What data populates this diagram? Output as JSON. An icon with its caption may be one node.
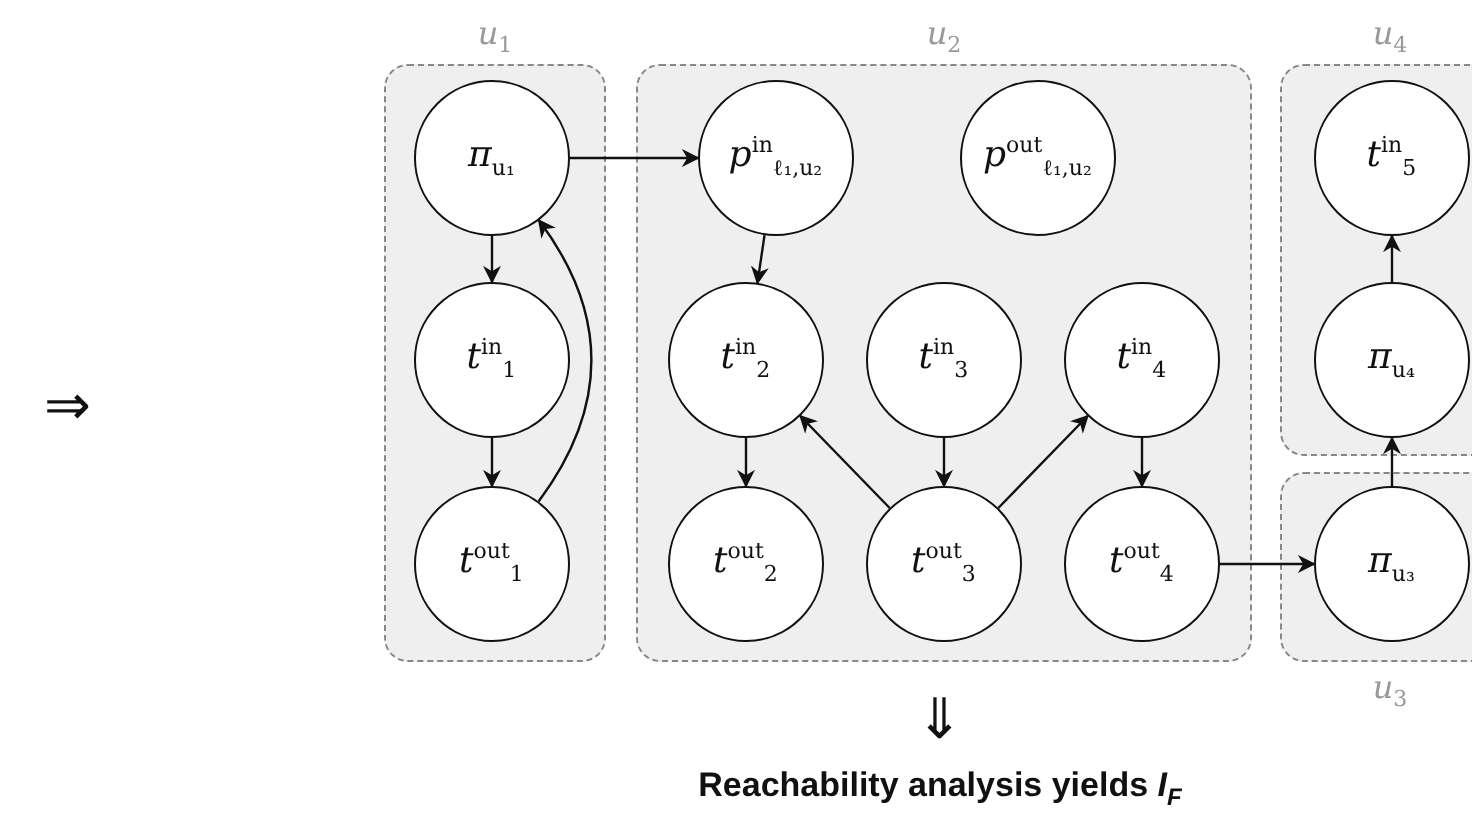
{
  "diagram": {
    "nodes": [
      {
        "text": [
          "u$_{1}$"
        ]
      },
      {
        "text": [
          "π$_{u₁}$"
        ],
        "in": 0
      },
      {
        "text": [
          "t$^{in}$$_{1}$"
        ],
        "in": 0
      },
      {
        "text": [
          "t$^{out}$$_{1}$"
        ],
        "in": 0
      },
      {
        "text": [
          "u$_{2}$"
        ]
      },
      {
        "text": [
          "p$^{in}$$_{ℓ₁,u₂}$"
        ],
        "in": 4
      },
      {
        "text": [
          "p$^{out}$$_{ℓ₁,u₂}$"
        ],
        "in": 4
      },
      {
        "text": [
          "t$^{in}$$_{2}$"
        ],
        "in": 4
      },
      {
        "text": [
          "t$^{in}$$_{3}$"
        ],
        "in": 4
      },
      {
        "text": [
          "t$^{in}$$_{4}$"
        ],
        "in": 4
      },
      {
        "text": [
          "t$^{out}$$_{2}$"
        ],
        "in": 4
      },
      {
        "text": [
          "t$^{out}$$_{3}$"
        ],
        "in": 4
      },
      {
        "text": [
          "t$^{out}$$_{4}$"
        ],
        "in": 4
      },
      {
        "text": [
          "u$_{4}$"
        ]
      },
      {
        "text": [
          "t$^{in}$$_{5}$"
        ],
        "in": 13
      },
      {
        "text": [
          "π$_{u₄}$"
        ],
        "in": 13
      },
      {
        "text": [
          "u$_{3}$"
        ]
      },
      {
        "text": [
          "π$_{u₃}$"
        ],
        "in": 16
      }
    ],
    "edges": [
      {
        "from": 1,
        "to": 2,
        "arrow": "to"
      },
      {
        "from": 2,
        "to": 3,
        "arrow": "to"
      },
      {
        "from": 3,
        "to": 1,
        "arrow": "to"
      },
      {
        "from": 1,
        "to": 5,
        "arrow": "to"
      },
      {
        "from": 5,
        "to": 7,
        "arrow": "to"
      },
      {
        "from": 7,
        "to": 10,
        "arrow": "to"
      },
      {
        "from": 8,
        "to": 11,
        "arrow": "to"
      },
      {
        "from": 11,
        "to": 7,
        "arrow": "to"
      },
      {
        "from": 11,
        "to": 9,
        "arrow": "to"
      },
      {
        "from": 9,
        "to": 12,
        "arrow": "to"
      },
      {
        "from": 12,
        "to": 17,
        "arrow": "to"
      },
      {
        "from": 17,
        "to": 15,
        "arrow": "to"
      },
      {
        "from": 15,
        "to": 14,
        "arrow": "to"
      }
    ],
    "labels": [
      "⇒",
      "⇓",
      "Reachability analysis yields *I*$_{F}$"
    ]
  }
}
